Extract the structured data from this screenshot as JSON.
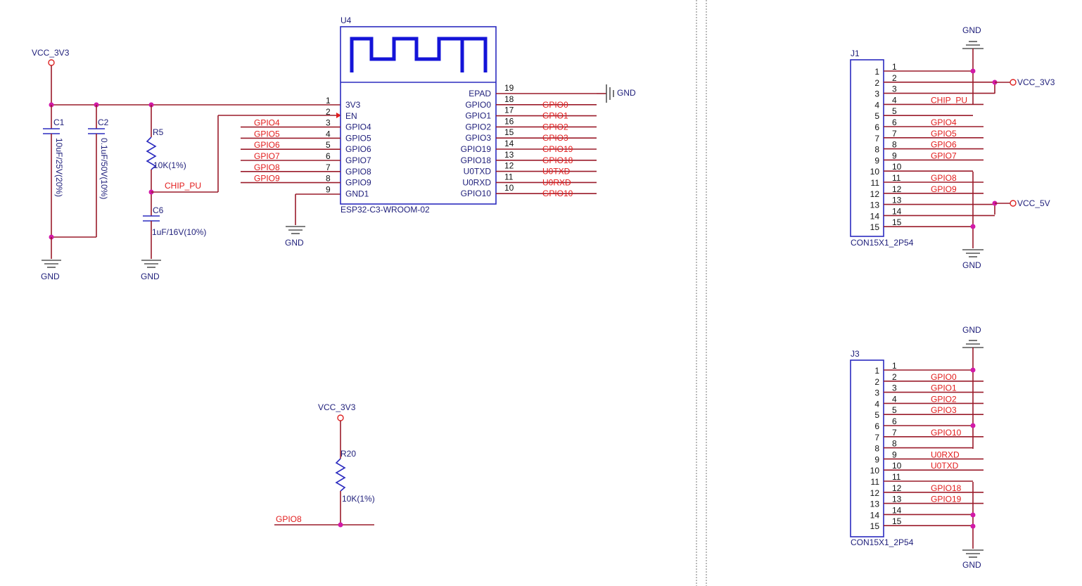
{
  "colors": {
    "wire": "#9a1b2a",
    "component": "#2b2bbf",
    "junction": "#d21aa8",
    "net_label": "#e21c1c",
    "text": "#1e1e7a"
  },
  "power": {
    "vcc3v3": "VCC_3V3",
    "vcc5v": "VCC_5V",
    "gnd": "GND"
  },
  "caps": {
    "c1": {
      "ref": "C1",
      "value": "10uF/25V(20%)"
    },
    "c2": {
      "ref": "C2",
      "value": "0.1uF/50V(10%)"
    },
    "c6": {
      "ref": "C6",
      "value": "1uF/16V(10%)"
    }
  },
  "resistors": {
    "r5": {
      "ref": "R5",
      "value": "10K(1%)"
    },
    "r20": {
      "ref": "R20",
      "value": "10K(1%)"
    }
  },
  "chip_pu": "CHIP_PU",
  "gpio8_net": "GPIO8",
  "u4": {
    "ref": "U4",
    "part": "ESP32-C3-WROOM-02",
    "left_pins": [
      {
        "num": "1",
        "name": "3V3",
        "net": ""
      },
      {
        "num": "2",
        "name": "EN",
        "net": ""
      },
      {
        "num": "3",
        "name": "GPIO4",
        "net": "GPIO4"
      },
      {
        "num": "4",
        "name": "GPIO5",
        "net": "GPIO5"
      },
      {
        "num": "5",
        "name": "GPIO6",
        "net": "GPIO6"
      },
      {
        "num": "6",
        "name": "GPIO7",
        "net": "GPIO7"
      },
      {
        "num": "7",
        "name": "GPIO8",
        "net": "GPIO8"
      },
      {
        "num": "8",
        "name": "GPIO9",
        "net": "GPIO9"
      },
      {
        "num": "9",
        "name": "GND1",
        "net": ""
      }
    ],
    "right_pins": [
      {
        "num": "19",
        "name": "EPAD",
        "net": ""
      },
      {
        "num": "18",
        "name": "GPIO0",
        "net": "GPIO0"
      },
      {
        "num": "17",
        "name": "GPIO1",
        "net": "GPIO1"
      },
      {
        "num": "16",
        "name": "GPIO2",
        "net": "GPIO2"
      },
      {
        "num": "15",
        "name": "GPIO3",
        "net": "GPIO3"
      },
      {
        "num": "14",
        "name": "GPIO19",
        "net": "GPIO19"
      },
      {
        "num": "13",
        "name": "GPIO18",
        "net": "GPIO18"
      },
      {
        "num": "12",
        "name": "U0TXD",
        "net": "U0TXD"
      },
      {
        "num": "11",
        "name": "U0RXD",
        "net": "U0RXD"
      },
      {
        "num": "10",
        "name": "GPIO10",
        "net": "GPIO10"
      }
    ]
  },
  "j1": {
    "ref": "J1",
    "part": "CON15X1_2P54",
    "pins": [
      "1",
      "2",
      "3",
      "4",
      "5",
      "6",
      "7",
      "8",
      "9",
      "10",
      "11",
      "12",
      "13",
      "14",
      "15"
    ],
    "nets": [
      "",
      "",
      "",
      "CHIP_PU",
      "",
      "GPIO4",
      "GPIO5",
      "GPIO6",
      "GPIO7",
      "",
      "GPIO8",
      "GPIO9",
      "",
      "",
      ""
    ]
  },
  "j3": {
    "ref": "J3",
    "part": "CON15X1_2P54",
    "pins": [
      "1",
      "2",
      "3",
      "4",
      "5",
      "6",
      "7",
      "8",
      "9",
      "10",
      "11",
      "12",
      "13",
      "14",
      "15"
    ],
    "nets": [
      "",
      "GPIO0",
      "GPIO1",
      "GPIO2",
      "GPIO3",
      "",
      "GPIO10",
      "",
      "U0RXD",
      "U0TXD",
      "",
      "GPIO18",
      "GPIO19",
      "",
      ""
    ]
  }
}
